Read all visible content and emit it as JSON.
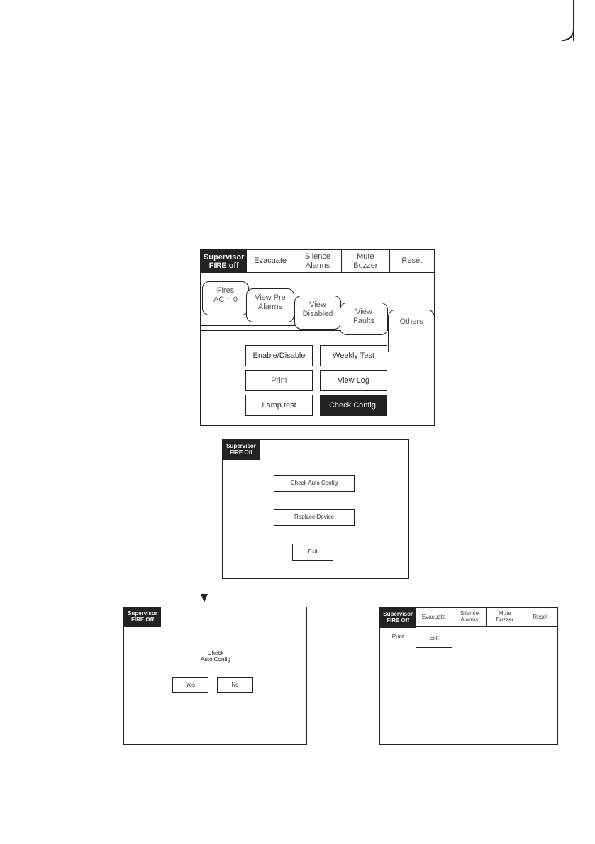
{
  "main_screen": {
    "header": {
      "supervisor": "Supervisor\nFIRE off",
      "buttons": [
        "Evacuate",
        "Silence\nAlarms",
        "Mute\nBuzzer",
        "Reset"
      ]
    },
    "tabs": {
      "fires": "Fires\nAC = 0",
      "view_pre_alarms": "View Pre\nAlarms",
      "view_disabled": "View\nDisabled",
      "view_faults": "View\nFaults",
      "others": "Others"
    },
    "buttons": {
      "enable_disable": "Enable/Disable",
      "weekly_test": "Weekly Test",
      "print": "Print",
      "view_log": "View Log",
      "lamp_test": "Lamp test",
      "check_config": "Check Config."
    }
  },
  "config_screen": {
    "supervisor": "Supervisor\nFIRE Off",
    "check_auto_config": "Check Auto Config",
    "replace_device": "Replace Device",
    "exit": "Exit"
  },
  "confirm_screen": {
    "supervisor": "Supervisor\nFIRE Off",
    "prompt": "Check\nAuto Config",
    "yes": "Yes",
    "no": "No"
  },
  "print_screen": {
    "header": {
      "supervisor": "Supervisor\nFIRE Off",
      "buttons": [
        "Evacuate",
        "Silence\nAlarms",
        "Mute\nBuzzer",
        "Reset"
      ]
    },
    "print": "Print",
    "exit": "Exit"
  }
}
